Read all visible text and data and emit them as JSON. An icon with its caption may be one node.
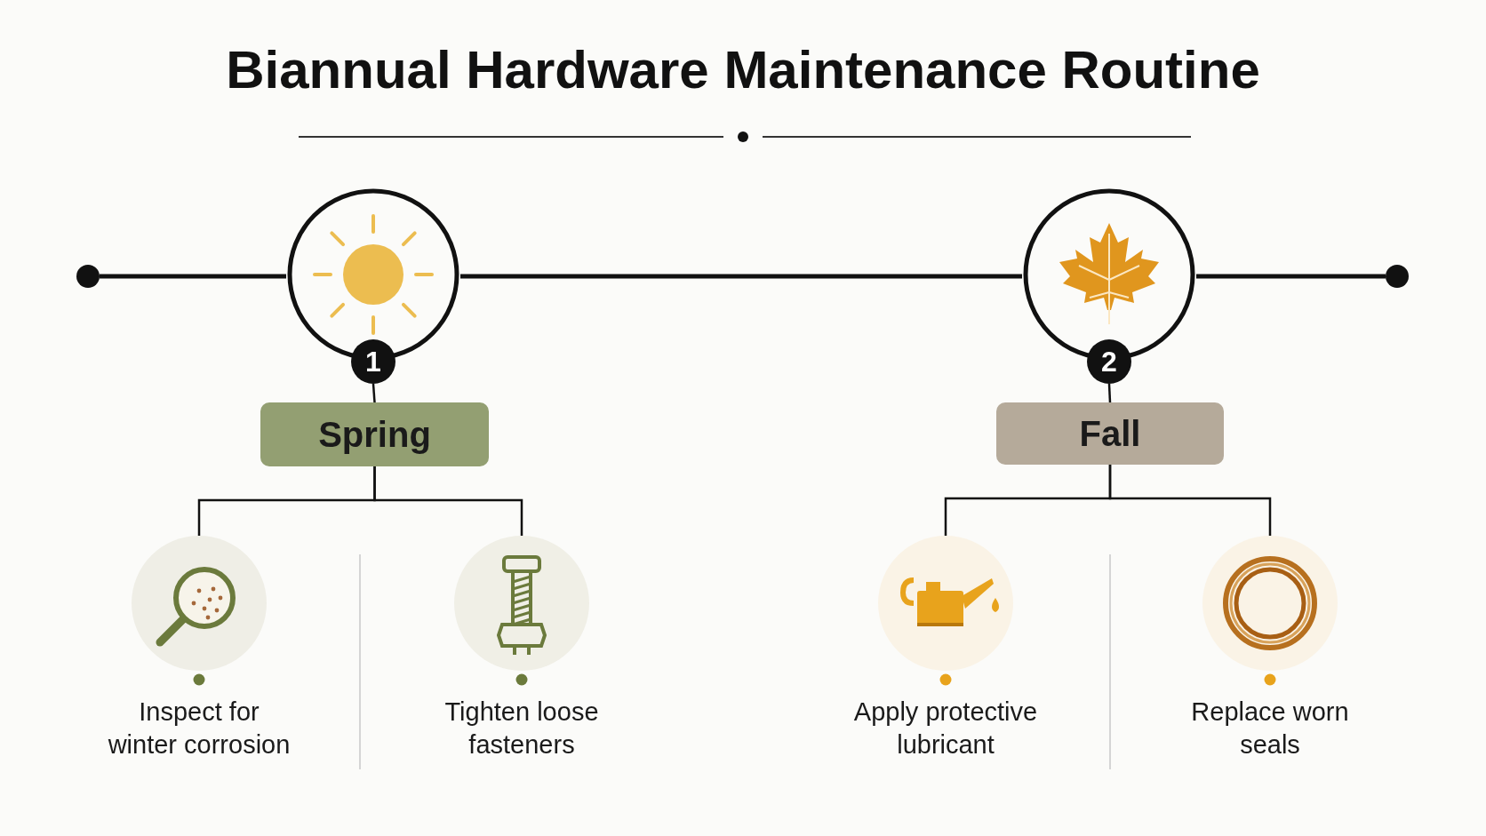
{
  "diagram": {
    "title": "Biannual Hardware Maintenance Routine",
    "nodes": [
      {
        "text": [],
        "shape": "circle"
      },
      {
        "text": [
          "1"
        ]
      },
      {
        "text": [
          "2"
        ]
      },
      {
        "text": [],
        "shape": "circle"
      },
      {
        "text": [
          "Spring"
        ]
      },
      {
        "text": [
          "Fall"
        ]
      },
      {
        "text": [
          "Inspect for winter corrosion"
        ]
      },
      {
        "text": [
          "Tighten loose fasteners"
        ]
      },
      {
        "text": [
          "Apply protective lubricant"
        ]
      },
      {
        "text": [
          "Replace worn seals"
        ]
      }
    ],
    "edges": [
      {
        "from": 0,
        "to": 1,
        "arrow": "none"
      },
      {
        "from": 1,
        "to": 2,
        "arrow": "none"
      },
      {
        "from": 2,
        "to": 3,
        "arrow": "none"
      },
      {
        "from": 1,
        "to": 4,
        "arrow": "none"
      },
      {
        "from": 2,
        "to": 5,
        "arrow": "none"
      },
      {
        "from": 4,
        "to": 6,
        "arrow": "none"
      },
      {
        "from": 4,
        "to": 7,
        "arrow": "none"
      },
      {
        "from": 5,
        "to": 8,
        "arrow": "none"
      },
      {
        "from": 5,
        "to": 9,
        "arrow": "none"
      }
    ]
  }
}
